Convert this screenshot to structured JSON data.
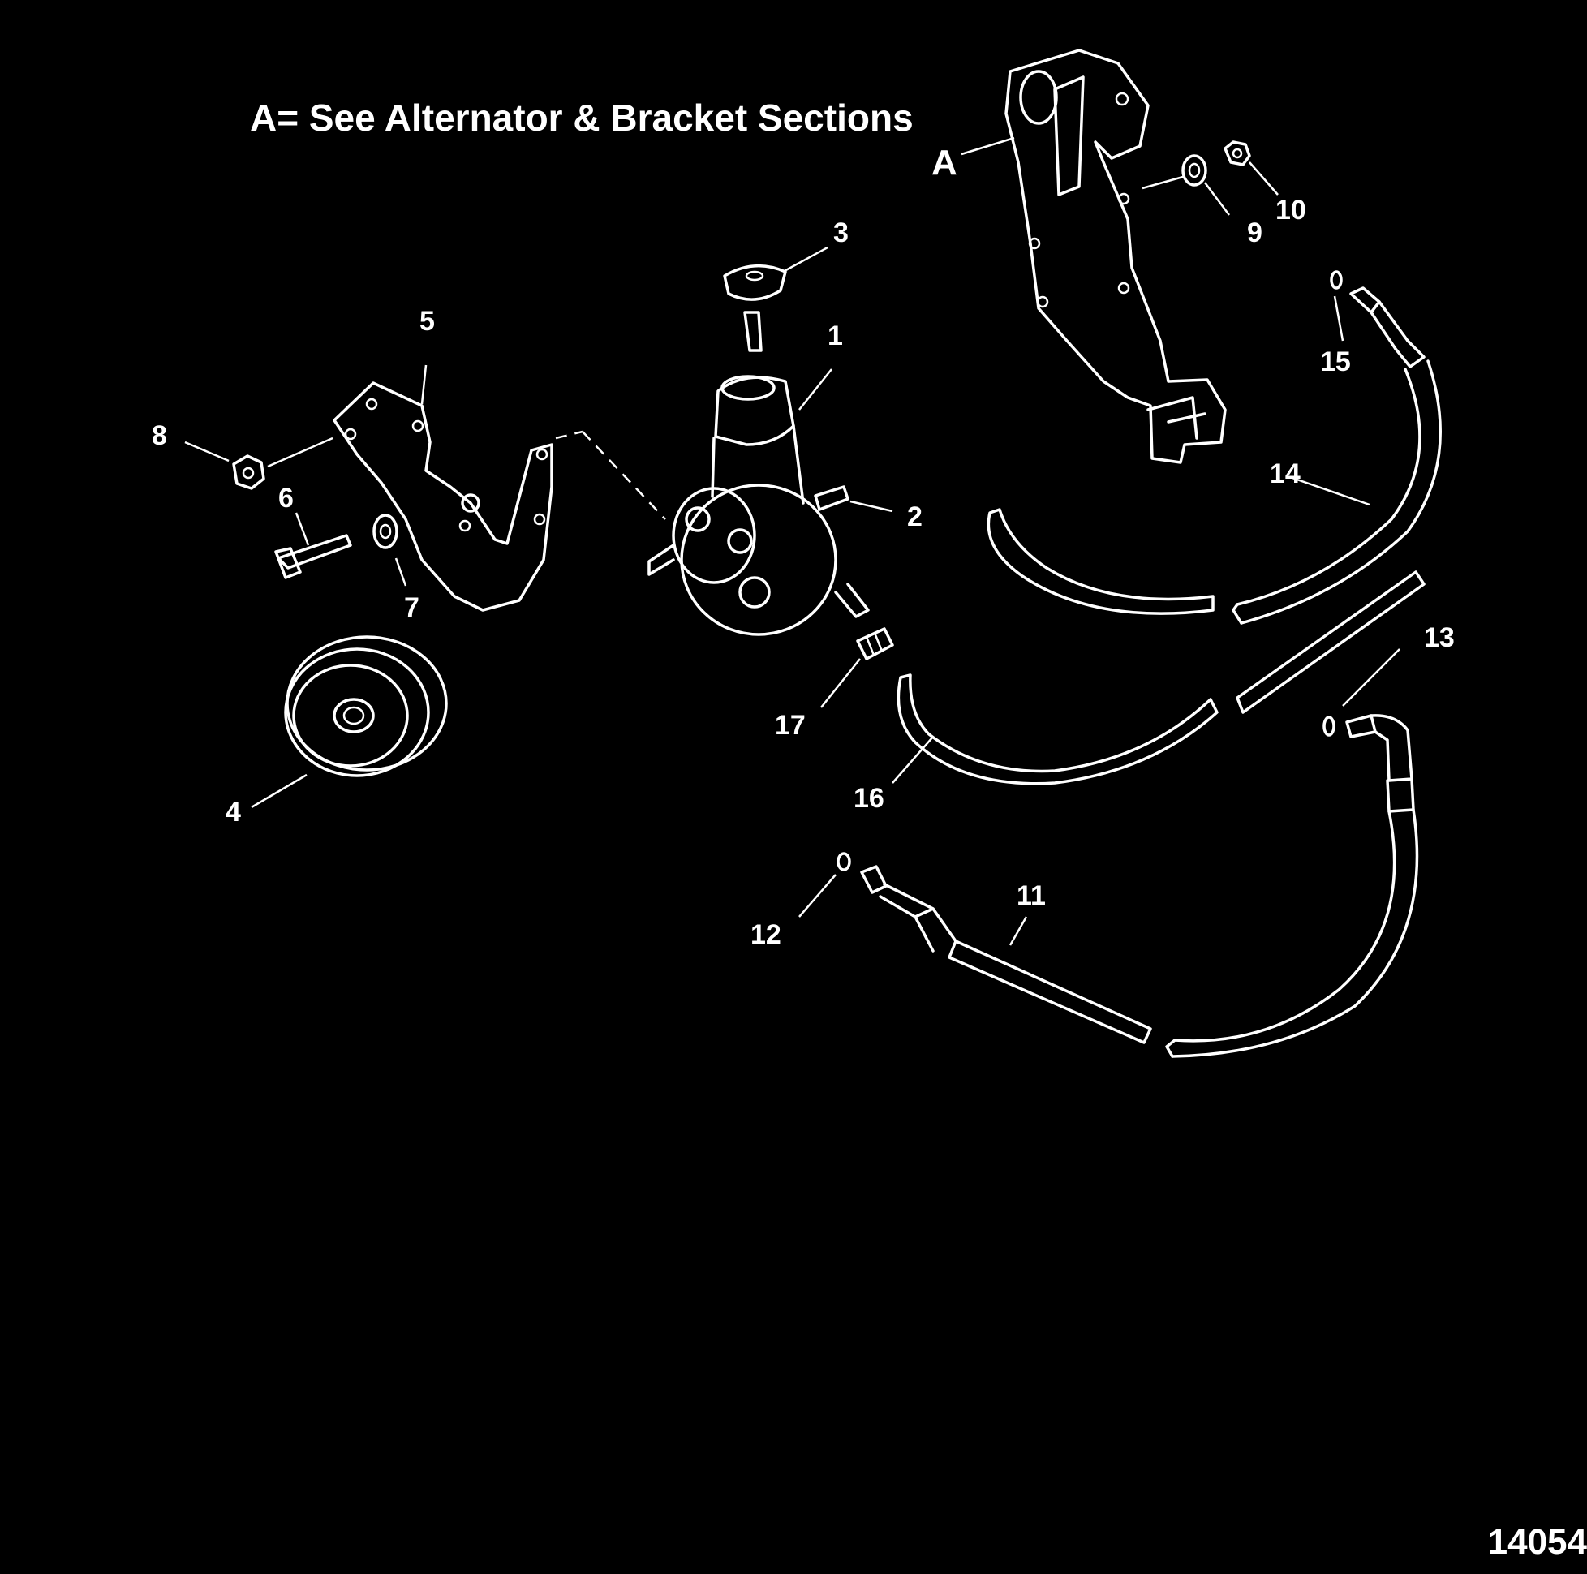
{
  "note": "A= See Alternator & Bracket Sections",
  "figure_number": "14054",
  "bracket_ref": "A",
  "callouts": [
    "1",
    "2",
    "3",
    "4",
    "5",
    "6",
    "7",
    "8",
    "9",
    "10",
    "11",
    "12",
    "13",
    "14",
    "15",
    "16",
    "17"
  ]
}
